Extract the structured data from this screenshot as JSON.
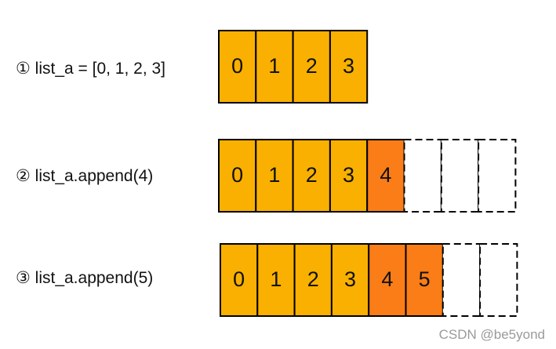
{
  "rows": [
    {
      "label": "① list_a = [0, 1, 2, 3]",
      "cells": [
        {
          "value": "0",
          "kind": "existing"
        },
        {
          "value": "1",
          "kind": "existing"
        },
        {
          "value": "2",
          "kind": "existing"
        },
        {
          "value": "3",
          "kind": "existing"
        }
      ]
    },
    {
      "label": "② list_a.append(4)",
      "cells": [
        {
          "value": "0",
          "kind": "existing"
        },
        {
          "value": "1",
          "kind": "existing"
        },
        {
          "value": "2",
          "kind": "existing"
        },
        {
          "value": "3",
          "kind": "existing"
        },
        {
          "value": "4",
          "kind": "appended"
        },
        {
          "value": "",
          "kind": "empty"
        },
        {
          "value": "",
          "kind": "empty"
        },
        {
          "value": "",
          "kind": "empty"
        }
      ]
    },
    {
      "label": "③ list_a.append(5)",
      "cells": [
        {
          "value": "0",
          "kind": "existing"
        },
        {
          "value": "1",
          "kind": "existing"
        },
        {
          "value": "2",
          "kind": "existing"
        },
        {
          "value": "3",
          "kind": "existing"
        },
        {
          "value": "4",
          "kind": "appended"
        },
        {
          "value": "5",
          "kind": "appended"
        },
        {
          "value": "",
          "kind": "empty"
        },
        {
          "value": "",
          "kind": "empty"
        }
      ]
    }
  ],
  "colors": {
    "existing": "#F9B000",
    "appended": "#FA7D17",
    "empty": "#FFFFFF",
    "stroke": "#000000"
  },
  "watermark": "CSDN @be5yond"
}
